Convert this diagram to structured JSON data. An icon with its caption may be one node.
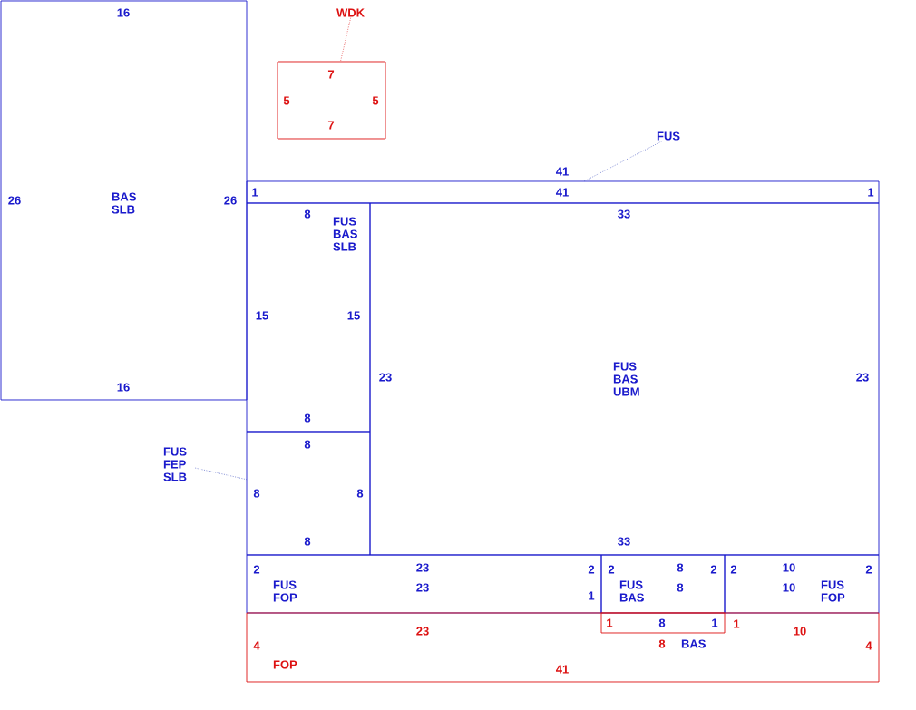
{
  "diagram": {
    "nodes": [
      {
        "text": [
          "16",
          "26",
          "BAS SLB",
          "26",
          "16"
        ]
      },
      {
        "text": [
          "WDK"
        ]
      },
      {
        "text": [
          "7",
          "5",
          "5",
          "7"
        ]
      },
      {
        "text": [
          "FUS"
        ]
      },
      {
        "text": [
          "41",
          "1",
          "41",
          "1"
        ]
      },
      {
        "text": [
          "8",
          "FUS BAS SLB",
          "15",
          "15",
          "8"
        ]
      },
      {
        "text": [
          "33",
          "23",
          "FUS BAS UBM",
          "23",
          "33"
        ]
      },
      {
        "text": [
          "8",
          "8",
          "8",
          "8"
        ]
      },
      {
        "text": [
          "FUS FEP SLB"
        ]
      },
      {
        "text": [
          "2",
          "23",
          "23",
          "2",
          "FUS FOP",
          "1"
        ]
      },
      {
        "text": [
          "2",
          "8",
          "8",
          "2",
          "FUS BAS"
        ]
      },
      {
        "text": [
          "2",
          "10",
          "10",
          "2",
          "FUS FOP"
        ]
      },
      {
        "text": [
          "4",
          "FOP",
          "23",
          "1",
          "10",
          "4",
          "41"
        ]
      },
      {
        "text": [
          "1",
          "8",
          "1",
          "8"
        ],
        "beside": [
          "BAS"
        ],
        "in": 12
      }
    ],
    "edges": [
      {
        "from": 1,
        "to": 2,
        "arrow": "none",
        "style": "dashed",
        "color": "#dd1111"
      },
      {
        "from": 3,
        "to": 4,
        "arrow": "none",
        "style": "dashed"
      },
      {
        "from": 8,
        "to": 7,
        "arrow": "none",
        "style": "dashed"
      }
    ]
  }
}
